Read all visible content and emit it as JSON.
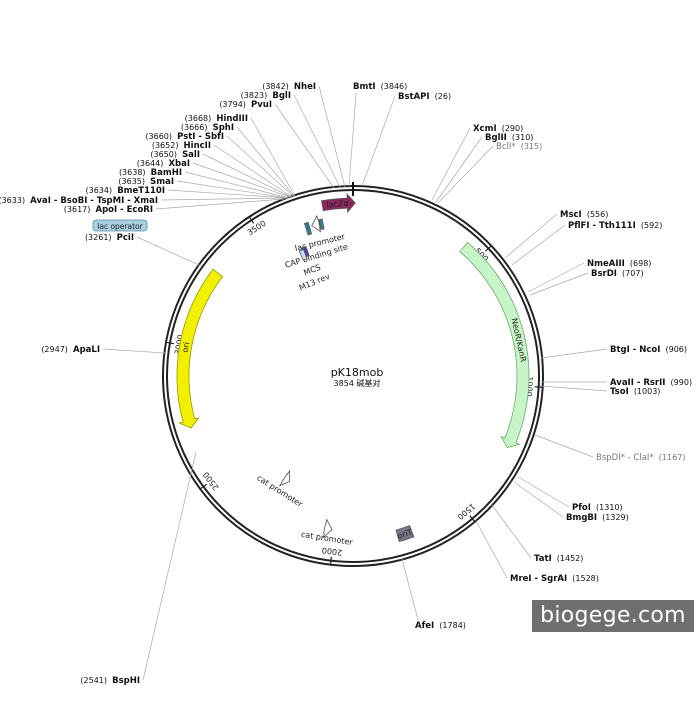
{
  "plasmid": {
    "name": "pK18mob",
    "size_text": "3854 碱基对",
    "length": 3854
  },
  "ticks": [
    {
      "pos": 500,
      "label": "500"
    },
    {
      "pos": 1000,
      "label": "1000"
    },
    {
      "pos": 1500,
      "label": "1500"
    },
    {
      "pos": 2000,
      "label": "2000"
    },
    {
      "pos": 2500,
      "label": "2500"
    },
    {
      "pos": 3000,
      "label": "3000"
    },
    {
      "pos": 3500,
      "label": "3500"
    }
  ],
  "features": [
    {
      "name": "lacZa",
      "label": "lacZα",
      "start": 3745,
      "end": 3854,
      "color": "#8a2860",
      "type": "arrow"
    },
    {
      "name": "neo",
      "label": "NeoR/KanR",
      "start": 435,
      "end": 1230,
      "color": "#c8f5c8",
      "type": "arrow"
    },
    {
      "name": "ori",
      "label": "ori",
      "start": 2700,
      "end": 3290,
      "color": "#f0f000",
      "type": "arrow-ccw"
    },
    {
      "name": "orit",
      "label": "oriT",
      "start": 1705,
      "end": 1760,
      "color": "#777788",
      "type": "box"
    },
    {
      "name": "lac-promoter",
      "label": "lac promoter",
      "start": 3690,
      "end": 3720,
      "color": "#ffffff",
      "type": "small-arrow"
    },
    {
      "name": "lac-operator",
      "label": "lac operator",
      "start": 3722,
      "end": 3735,
      "color": "#2f7f8f",
      "type": "box"
    },
    {
      "name": "cap-site",
      "label": "CAP binding site",
      "start": 3665,
      "end": 3680,
      "color": "#2f7f8f",
      "type": "box"
    },
    {
      "name": "mcs",
      "label": "MCS",
      "start": 3617,
      "end": 3640,
      "color": "#5a3aaa",
      "type": "box"
    },
    {
      "name": "m13-rev",
      "label": "M13 rev",
      "start": 3605,
      "end": 3625,
      "color": "#bfe0ff",
      "type": "box"
    },
    {
      "name": "cat-promoter-1",
      "label": "cat promoter",
      "start": 2260,
      "end": 2290,
      "color": "#ffffff",
      "type": "small-arrow"
    },
    {
      "name": "cat-promoter-2",
      "label": "cat promoter",
      "start": 2010,
      "end": 2040,
      "color": "#ffffff",
      "type": "small-arrow"
    }
  ],
  "lac_operator_label": "lac operator",
  "sites": [
    {
      "name": "BmtI",
      "pos": "(3846)",
      "side": "top"
    },
    {
      "name": "BstAPI",
      "pos": "(26)",
      "side": "top"
    },
    {
      "name": "NheI",
      "pos": "(3842)",
      "side": "left"
    },
    {
      "name": "BglI",
      "pos": "(3823)",
      "side": "left"
    },
    {
      "name": "PvuI",
      "pos": "(3794)",
      "side": "left"
    },
    {
      "name": "HindIII",
      "pos": "(3668)",
      "side": "left"
    },
    {
      "name": "SphI",
      "pos": "(3666)",
      "side": "left"
    },
    {
      "name": "PstI - SbfI",
      "pos": "(3660)",
      "side": "left"
    },
    {
      "name": "HincII",
      "pos": "(3652)",
      "side": "left"
    },
    {
      "name": "SalI",
      "pos": "(3650)",
      "side": "left"
    },
    {
      "name": "XbaI",
      "pos": "(3644)",
      "side": "left"
    },
    {
      "name": "BamHI",
      "pos": "(3638)",
      "side": "left"
    },
    {
      "name": "SmaI",
      "pos": "(3635)",
      "side": "left"
    },
    {
      "name": "BmeT110I",
      "pos": "(3634)",
      "side": "left"
    },
    {
      "name": "AvaI - BsoBI - TspMI - XmaI",
      "pos": "(3633)",
      "side": "left"
    },
    {
      "name": "ApoI - EcoRI",
      "pos": "(3617)",
      "side": "left"
    },
    {
      "name": "PciI",
      "pos": "(3261)",
      "side": "left"
    },
    {
      "name": "ApaLI",
      "pos": "(2947)",
      "side": "left"
    },
    {
      "name": "BspHI",
      "pos": "(2541)",
      "side": "left"
    },
    {
      "name": "XcmI",
      "pos": "(290)",
      "side": "right"
    },
    {
      "name": "BglII",
      "pos": "(310)",
      "side": "right"
    },
    {
      "name": "BclI*",
      "pos": "(315)",
      "side": "right",
      "dim": true
    },
    {
      "name": "MscI",
      "pos": "(556)",
      "side": "right"
    },
    {
      "name": "PflFI - Tth111I",
      "pos": "(592)",
      "side": "right"
    },
    {
      "name": "NmeAIII",
      "pos": "(698)",
      "side": "right"
    },
    {
      "name": "BsrDI",
      "pos": "(707)",
      "side": "right"
    },
    {
      "name": "BtgI - NcoI",
      "pos": "(906)",
      "side": "right"
    },
    {
      "name": "AvaII - RsrII",
      "pos": "(990)",
      "side": "right"
    },
    {
      "name": "TsoI",
      "pos": "(1003)",
      "side": "right"
    },
    {
      "name": "BspDI* - ClaI*",
      "pos": "(1167)",
      "side": "right",
      "dim": true
    },
    {
      "name": "PfoI",
      "pos": "(1310)",
      "side": "right"
    },
    {
      "name": "BmgBI",
      "pos": "(1329)",
      "side": "right"
    },
    {
      "name": "TatI",
      "pos": "(1452)",
      "side": "right"
    },
    {
      "name": "MreI - SgrAI",
      "pos": "(1528)",
      "side": "right"
    },
    {
      "name": "AfeI",
      "pos": "(1784)",
      "side": "bottom"
    }
  ],
  "watermark": "biogege.com"
}
